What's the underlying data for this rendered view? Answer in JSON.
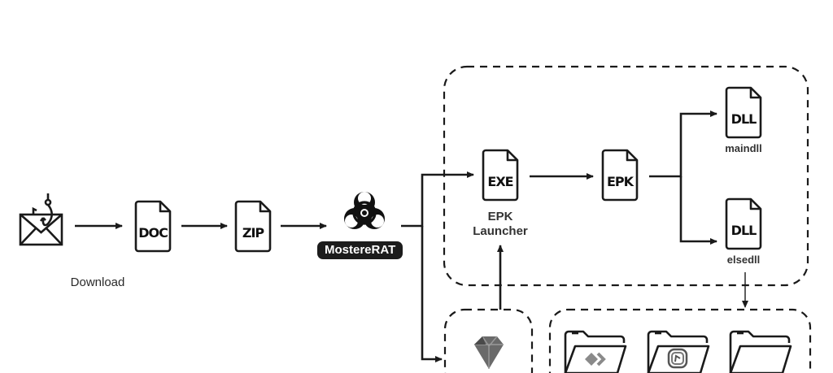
{
  "diagram": {
    "title": "",
    "nodes": {
      "phishing_email": {
        "icon": "phishing-email-icon",
        "label": "Download"
      },
      "doc": {
        "icon": "document-file-icon",
        "file_type": "DOC"
      },
      "zip": {
        "icon": "zip-file-icon",
        "file_type": "ZIP"
      },
      "malware": {
        "icon": "biohazard-icon",
        "label": "MostereRAT"
      },
      "exe": {
        "icon": "exe-file-icon",
        "file_type": "EXE",
        "label_line1": "EPK",
        "label_line2": "Launcher"
      },
      "epk": {
        "icon": "epk-file-icon",
        "file_type": "EPK"
      },
      "maindll": {
        "icon": "dll-file-icon",
        "file_type": "DLL",
        "label": "maindll"
      },
      "elsedll": {
        "icon": "dll-file-icon",
        "file_type": "DLL",
        "label": "elsedll"
      },
      "ruby": {
        "icon": "ruby-gem-icon"
      },
      "folders": [
        {
          "icon": "folder-anydesk-icon"
        },
        {
          "icon": "folder-tightvnc-icon"
        },
        {
          "icon": "folder-empty-icon"
        }
      ]
    },
    "edges": [
      {
        "from": "phishing_email",
        "to": "doc"
      },
      {
        "from": "doc",
        "to": "zip"
      },
      {
        "from": "zip",
        "to": "malware"
      },
      {
        "from": "malware",
        "to": "exe"
      },
      {
        "from": "malware",
        "to": "ruby"
      },
      {
        "from": "ruby",
        "to": "exe"
      },
      {
        "from": "exe",
        "to": "epk"
      },
      {
        "from": "epk",
        "to": "maindll"
      },
      {
        "from": "epk",
        "to": "elsedll"
      },
      {
        "from": "elsedll",
        "to": "folders"
      }
    ],
    "colors": {
      "stroke": "#1a1a1a",
      "badge_bg": "#1c1c1c",
      "badge_text": "#ffffff",
      "icon_gray": "#8a8a8a"
    }
  }
}
